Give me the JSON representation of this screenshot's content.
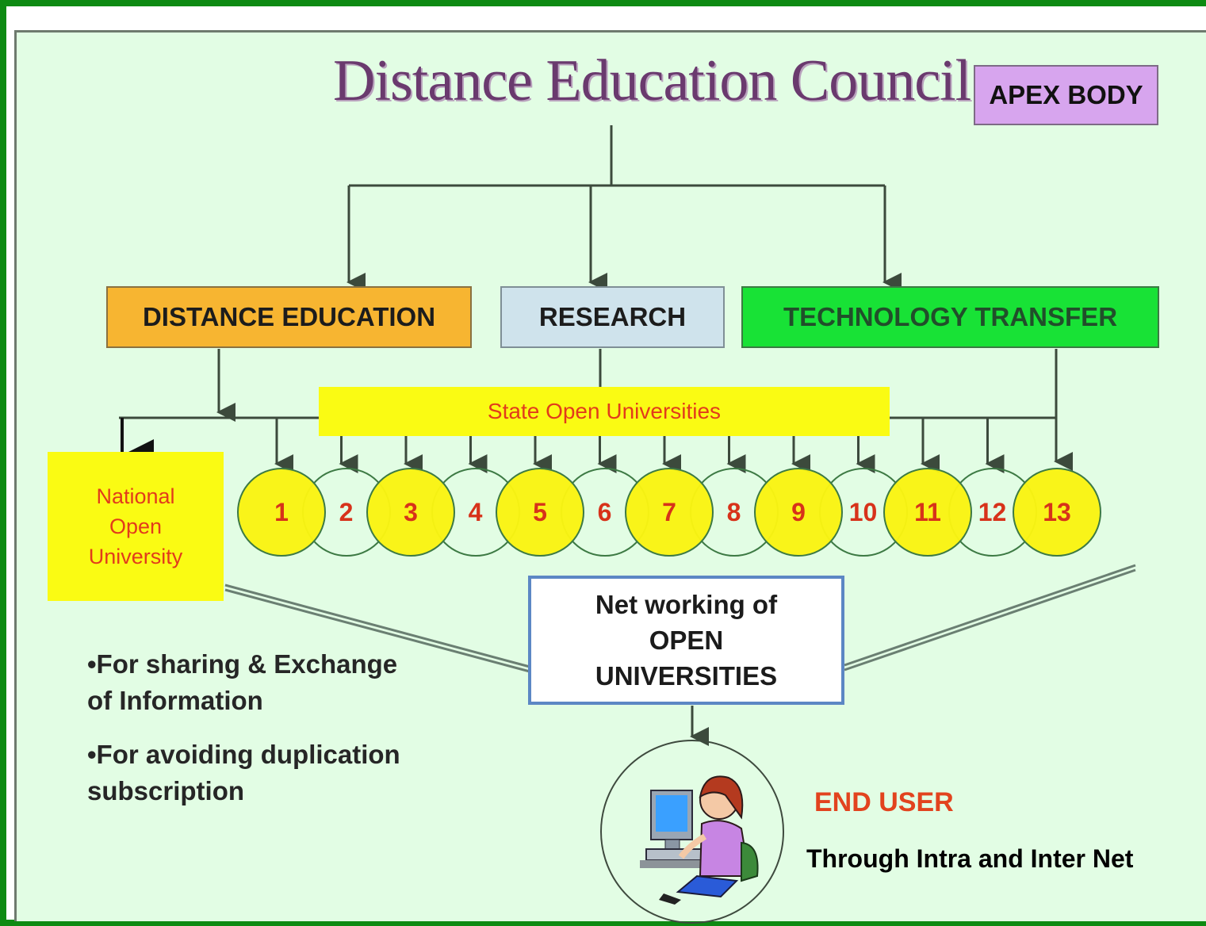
{
  "title": "Distance Education Council",
  "apex_label": "APEX BODY",
  "branches": {
    "distance_education": "DISTANCE EDUCATION",
    "research": "RESEARCH",
    "technology_transfer": "TECHNOLOGY TRANSFER"
  },
  "state_open_universities": "State Open Universities",
  "national_open_university": {
    "line1": "National",
    "line2": "Open",
    "line3": "University"
  },
  "universities": [
    "1",
    "2",
    "3",
    "4",
    "5",
    "6",
    "7",
    "8",
    "9",
    "10",
    "11",
    "12",
    "13"
  ],
  "networking": {
    "line1": "Net working of",
    "line2": "OPEN",
    "line3": "UNIVERSITIES"
  },
  "purposes": {
    "item1_line1": "•For sharing & Exchange",
    "item1_line2": "of Information",
    "item2_line1": "•For avoiding duplication",
    "item2_line2": "subscription"
  },
  "end_user": "END USER",
  "through": "Through Intra and Inter Net",
  "colors": {
    "panel_bg": "#e2fde4",
    "frame_green": "#0e8a12",
    "distance_education": "#f7b531",
    "research": "#cfe3ec",
    "technology_transfer": "#18e236",
    "yellow": "#fafb13",
    "apex": "#d7a5ee",
    "number_red": "#d7321a"
  },
  "icons": [
    "computer-user-icon"
  ]
}
